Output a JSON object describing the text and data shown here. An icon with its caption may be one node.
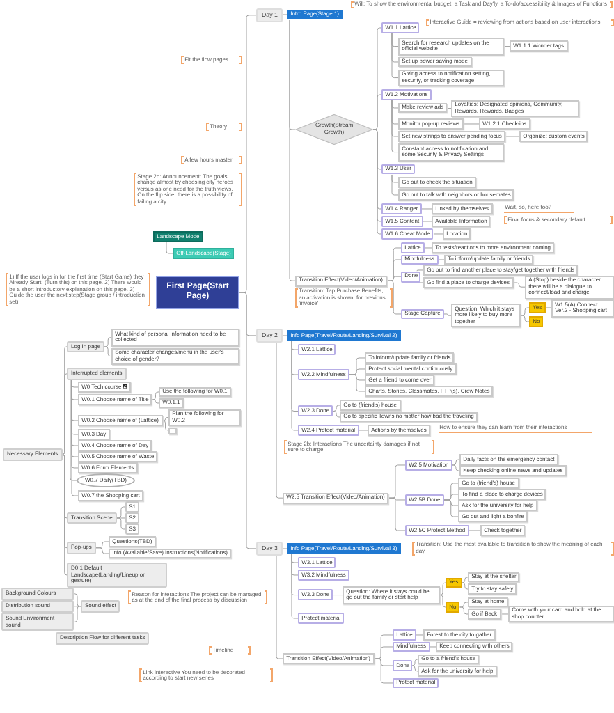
{
  "diagram": {
    "nodes": [
      {
        "text": [
          "First Page(Start Page)"
        ]
      },
      {
        "text": [
          "Landscape Mode"
        ]
      },
      {
        "text": [
          "Off-Landscape(Stage)"
        ]
      },
      {
        "text": [
          "Necessary Elements"
        ]
      },
      {
        "text": [
          "Log In page"
        ]
      },
      {
        "text": [
          "What kind of personal information need to be collected"
        ]
      },
      {
        "text": [
          "Some character changes/menu in the user's choice of gender?"
        ]
      },
      {
        "text": [
          "Interrupted elements"
        ]
      },
      {
        "text": [
          "W0 Tech course"
        ]
      },
      {
        "text": [
          "W0.1 Choose name of Title"
        ]
      },
      {
        "text": [
          "Use the following for W0.1"
        ]
      },
      {
        "text": [
          "W0.1.1"
        ]
      },
      {
        "text": [
          "W0.2 Choose name of (Lattice)"
        ]
      },
      {
        "text": [
          "Plan the following for W0.2"
        ]
      },
      {
        "text": [],
        "shape": "box"
      },
      {
        "text": [
          "W0.3 Day"
        ]
      },
      {
        "text": [
          "W0.4 Choose name of Day"
        ]
      },
      {
        "text": [
          "W0.5 Choose name of Waste"
        ]
      },
      {
        "text": [
          "W0.6 Form Elements"
        ]
      },
      {
        "text": [
          "W0.7 Daily(TBD)"
        ]
      },
      {
        "text": [
          "W0.7 the Shopping cart"
        ]
      },
      {
        "text": [
          "Transition Scene"
        ]
      },
      {
        "text": [
          "S1"
        ]
      },
      {
        "text": [
          "S2"
        ]
      },
      {
        "text": [
          "S3"
        ]
      },
      {
        "text": [
          "Pop-ups"
        ]
      },
      {
        "text": [
          "Questions(TBD)"
        ]
      },
      {
        "text": [
          "Info (Available/Save) Instructions(Notifications)"
        ]
      },
      {
        "text": [
          "D0.1 Default Landscape(Landing/Lineup or gesture)"
        ]
      },
      {
        "text": [
          "Sound effect"
        ]
      },
      {
        "text": [
          "Background Colours"
        ]
      },
      {
        "text": [
          "Distribution sound"
        ]
      },
      {
        "text": [
          "Sound Environment sound"
        ]
      },
      {
        "text": [
          "Description Flow for different tasks"
        ]
      },
      {
        "text": [
          "Day 1"
        ]
      },
      {
        "text": [
          "Intro Page(Stage 1)"
        ]
      },
      {
        "text": [
          "Growth(Stream Growth)"
        ]
      },
      {
        "text": [
          "W1.1 Lattice"
        ]
      },
      {
        "text": [
          "Search for research updates on the official website"
        ]
      },
      {
        "text": [
          "W1.1.1 Wonder tags"
        ]
      },
      {
        "text": [
          "Set up power saving mode"
        ]
      },
      {
        "text": [
          "Giving access to notification setting, security, or tracking coverage"
        ]
      },
      {
        "text": [
          "W1.2 Motivations"
        ]
      },
      {
        "text": [
          "Make review ads"
        ]
      },
      {
        "text": [
          "Loyalties: Designated opinions, Community, Rewards, Rewards, Badges"
        ]
      },
      {
        "text": [
          "Monitor pop-up reviews"
        ]
      },
      {
        "text": [
          "W1.2.1 Check-ins"
        ]
      },
      {
        "text": [
          "Set new strings to answer pending focus"
        ]
      },
      {
        "text": [
          "Organize: custom events"
        ]
      },
      {
        "text": [
          "Constant access to notification and some Security & Privacy Settings"
        ]
      },
      {
        "text": [
          "W1.3 User"
        ]
      },
      {
        "text": [
          "Go out to check the situation"
        ]
      },
      {
        "text": [
          "Go out to talk with neighbors or housemates"
        ]
      },
      {
        "text": [
          "W1.4 Ranger"
        ]
      },
      {
        "text": [
          "Linked by themselves"
        ]
      },
      {
        "text": [
          "W1.5 Content"
        ]
      },
      {
        "text": [
          "Available Information"
        ]
      },
      {
        "text": [
          "W1.6 Cheat Mode"
        ]
      },
      {
        "text": [
          "Location"
        ]
      },
      {
        "text": [
          "Transition Effect(Video/Animation)"
        ]
      },
      {
        "text": [
          "Lattice"
        ]
      },
      {
        "text": [
          "To tests/reactions to more environment coming"
        ]
      },
      {
        "text": [
          "Mindfulness"
        ]
      },
      {
        "text": [
          "To inform/update family or friends"
        ]
      },
      {
        "text": [
          "Done"
        ]
      },
      {
        "text": [
          "Go out to find another place to stay/get together with friends"
        ]
      },
      {
        "text": [
          "Go find a place to charge devices"
        ]
      },
      {
        "text": [
          "A (Stop) beside the character, there will be a dialogue to connect/load and charge"
        ]
      },
      {
        "text": [
          "Stage Capture"
        ]
      },
      {
        "text": [
          "Question: Which it stays more likely to buy more together"
        ]
      },
      {
        "text": [
          "Yes"
        ]
      },
      {
        "text": [
          "No"
        ]
      },
      {
        "text": [
          "W1.5(A) Connect Ver.2 - Shopping cart"
        ]
      },
      {
        "text": [
          "Day 2"
        ]
      },
      {
        "text": [
          "Info Page(Travel/Route/Landing/Survival 2)"
        ]
      },
      {
        "text": [
          "W2.1 Lattice"
        ]
      },
      {
        "text": [
          "W2.2 Mindfulness"
        ]
      },
      {
        "text": [
          "To inform/update family or friends"
        ]
      },
      {
        "text": [
          "Protect social mental continuously"
        ]
      },
      {
        "text": [
          "Get a friend to come over"
        ]
      },
      {
        "text": [
          "Charts, Stories, Classmates, FTP(s), Crew Notes"
        ]
      },
      {
        "text": [
          "W2.3 Done"
        ]
      },
      {
        "text": [
          "Go to (friend's) house"
        ]
      },
      {
        "text": [
          "Go to specific Towns no matter how bad the traveling"
        ]
      },
      {
        "text": [
          "W2.4 Protect material"
        ]
      },
      {
        "text": [
          "Actions by themselves"
        ]
      },
      {
        "text": [
          "W2.5 Transition Effect(Video/Animation)"
        ]
      },
      {
        "text": [
          "W2.5 Motivation"
        ]
      },
      {
        "text": [
          "Daily facts on the emergency contact"
        ]
      },
      {
        "text": [
          "Keep checking online news and updates"
        ]
      },
      {
        "text": [
          "W2.5B Done"
        ]
      },
      {
        "text": [
          "Go to (friend's) house"
        ]
      },
      {
        "text": [
          "To find a place to charge devices"
        ]
      },
      {
        "text": [
          "Ask for the university for help"
        ]
      },
      {
        "text": [
          "Go out and light a bonfire"
        ]
      },
      {
        "text": [
          "W2.5C Protect Method"
        ]
      },
      {
        "text": [
          "Check together"
        ]
      },
      {
        "text": [
          "Day 3"
        ]
      },
      {
        "text": [
          "Info Page(Travel/Route/Landing/Survival 3)"
        ]
      },
      {
        "text": [
          "W3.1 Lattice"
        ]
      },
      {
        "text": [
          "W3.2 Mindfulness"
        ]
      },
      {
        "text": [
          "W3.3 Done"
        ]
      },
      {
        "text": [
          "Question: Where it stays could be go out the family or start help"
        ]
      },
      {
        "text": [
          "Yes"
        ]
      },
      {
        "text": [
          "No"
        ]
      },
      {
        "text": [
          "Stay at the shelter"
        ]
      },
      {
        "text": [
          "Try to stay safely"
        ]
      },
      {
        "text": [
          "Stay at home"
        ]
      },
      {
        "text": [
          "Go if Back"
        ]
      },
      {
        "text": [
          "Come with your card and hold at the shop counter"
        ]
      },
      {
        "text": [
          "Protect material"
        ]
      },
      {
        "text": [
          "Transition Effect(Video/Animation)"
        ]
      },
      {
        "text": [
          "Lattice"
        ]
      },
      {
        "text": [
          "Forest to the city to gather"
        ]
      },
      {
        "text": [
          "Mindfulness"
        ]
      },
      {
        "text": [
          "Keep connecting with others"
        ]
      },
      {
        "text": [
          "Done"
        ]
      },
      {
        "text": [
          "Go to a friend's house"
        ]
      },
      {
        "text": [
          "Ask for the university for help"
        ]
      },
      {
        "text": [
          "Protect material"
        ]
      }
    ],
    "edges": [
      {
        "from": 0,
        "to": 34,
        "arrow": "none"
      },
      {
        "from": 0,
        "to": 73,
        "arrow": "none"
      },
      {
        "from": 0,
        "to": 97,
        "arrow": "none"
      },
      {
        "from": 1,
        "to": 2,
        "arrow": "none"
      },
      {
        "from": 3,
        "to": 4,
        "arrow": "none"
      },
      {
        "from": 3,
        "to": 7,
        "arrow": "none"
      },
      {
        "from": 3,
        "to": 21,
        "arrow": "none"
      },
      {
        "from": 3,
        "to": 25,
        "arrow": "none"
      },
      {
        "from": 3,
        "to": 28,
        "arrow": "none"
      },
      {
        "from": 4,
        "to": 5,
        "arrow": "none"
      },
      {
        "from": 4,
        "to": 6,
        "arrow": "none"
      },
      {
        "from": 7,
        "to": 8,
        "arrow": "none"
      },
      {
        "from": 7,
        "to": 9,
        "arrow": "none"
      },
      {
        "from": 7,
        "to": 12,
        "arrow": "none"
      },
      {
        "from": 7,
        "to": 15,
        "arrow": "none"
      },
      {
        "from": 7,
        "to": 16,
        "arrow": "none"
      },
      {
        "from": 7,
        "to": 17,
        "arrow": "none"
      },
      {
        "from": 7,
        "to": 18,
        "arrow": "none"
      },
      {
        "from": 7,
        "to": 19,
        "arrow": "none"
      },
      {
        "from": 7,
        "to": 20,
        "arrow": "none"
      },
      {
        "from": 9,
        "to": 10,
        "arrow": "none"
      },
      {
        "from": 9,
        "to": 11,
        "arrow": "none"
      },
      {
        "from": 12,
        "to": 13,
        "arrow": "none"
      },
      {
        "from": 12,
        "to": 14,
        "arrow": "none"
      },
      {
        "from": 21,
        "to": 22,
        "arrow": "none"
      },
      {
        "from": 21,
        "to": 23,
        "arrow": "none"
      },
      {
        "from": 21,
        "to": 24,
        "arrow": "none"
      },
      {
        "from": 25,
        "to": 26,
        "arrow": "none"
      },
      {
        "from": 25,
        "to": 27,
        "arrow": "none"
      },
      {
        "from": 29,
        "to": 30,
        "arrow": "none"
      },
      {
        "from": 29,
        "to": 31,
        "arrow": "none"
      },
      {
        "from": 29,
        "to": 32,
        "arrow": "none"
      },
      {
        "from": 34,
        "to": 35,
        "arrow": "none"
      },
      {
        "from": 35,
        "to": 36,
        "arrow": "none"
      },
      {
        "from": 35,
        "to": 59,
        "arrow": "none"
      },
      {
        "from": 36,
        "to": 37,
        "arrow": "none"
      },
      {
        "from": 36,
        "to": 42,
        "arrow": "none"
      },
      {
        "from": 36,
        "to": 50,
        "arrow": "none"
      },
      {
        "from": 36,
        "to": 53,
        "arrow": "none"
      },
      {
        "from": 36,
        "to": 55,
        "arrow": "none"
      },
      {
        "from": 36,
        "to": 57,
        "arrow": "none"
      },
      {
        "from": 37,
        "to": 38,
        "arrow": "none"
      },
      {
        "from": 37,
        "to": 40,
        "arrow": "none"
      },
      {
        "from": 37,
        "to": 41,
        "arrow": "none"
      },
      {
        "from": 38,
        "to": 39,
        "arrow": "none"
      },
      {
        "from": 42,
        "to": 43,
        "arrow": "none"
      },
      {
        "from": 42,
        "to": 45,
        "arrow": "none"
      },
      {
        "from": 42,
        "to": 47,
        "arrow": "none"
      },
      {
        "from": 42,
        "to": 49,
        "arrow": "none"
      },
      {
        "from": 43,
        "to": 44,
        "arrow": "none"
      },
      {
        "from": 45,
        "to": 46,
        "arrow": "none"
      },
      {
        "from": 47,
        "to": 48,
        "arrow": "none"
      },
      {
        "from": 50,
        "to": 51,
        "arrow": "none"
      },
      {
        "from": 50,
        "to": 52,
        "arrow": "none"
      },
      {
        "from": 53,
        "to": 54,
        "arrow": "none"
      },
      {
        "from": 55,
        "to": 56,
        "arrow": "none"
      },
      {
        "from": 57,
        "to": 58,
        "arrow": "none"
      },
      {
        "from": 59,
        "to": 60,
        "arrow": "none"
      },
      {
        "from": 59,
        "to": 62,
        "arrow": "none"
      },
      {
        "from": 59,
        "to": 64,
        "arrow": "none"
      },
      {
        "from": 59,
        "to": 68,
        "arrow": "none"
      },
      {
        "from": 60,
        "to": 61,
        "arrow": "none"
      },
      {
        "from": 62,
        "to": 63,
        "arrow": "none"
      },
      {
        "from": 64,
        "to": 65,
        "arrow": "none"
      },
      {
        "from": 64,
        "to": 66,
        "arrow": "none"
      },
      {
        "from": 66,
        "to": 67,
        "arrow": "none"
      },
      {
        "from": 68,
        "to": 69,
        "arrow": "none"
      },
      {
        "from": 69,
        "to": 70,
        "arrow": "none"
      },
      {
        "from": 69,
        "to": 71,
        "arrow": "none"
      },
      {
        "from": 70,
        "to": 72,
        "arrow": "none"
      },
      {
        "from": 73,
        "to": 74,
        "arrow": "none"
      },
      {
        "from": 73,
        "to": 86,
        "arrow": "none"
      },
      {
        "from": 74,
        "to": 75,
        "arrow": "none"
      },
      {
        "from": 74,
        "to": 76,
        "arrow": "none"
      },
      {
        "from": 74,
        "to": 81,
        "arrow": "none"
      },
      {
        "from": 74,
        "to": 84,
        "arrow": "none"
      },
      {
        "from": 76,
        "to": 77,
        "arrow": "none"
      },
      {
        "from": 76,
        "to": 78,
        "arrow": "none"
      },
      {
        "from": 76,
        "to": 79,
        "arrow": "none"
      },
      {
        "from": 76,
        "to": 80,
        "arrow": "none"
      },
      {
        "from": 81,
        "to": 82,
        "arrow": "none"
      },
      {
        "from": 81,
        "to": 83,
        "arrow": "none"
      },
      {
        "from": 84,
        "to": 85,
        "arrow": "none"
      },
      {
        "from": 86,
        "to": 87,
        "arrow": "none"
      },
      {
        "from": 86,
        "to": 90,
        "arrow": "none"
      },
      {
        "from": 86,
        "to": 95,
        "arrow": "none"
      },
      {
        "from": 87,
        "to": 88,
        "arrow": "none"
      },
      {
        "from": 87,
        "to": 89,
        "arrow": "none"
      },
      {
        "from": 90,
        "to": 91,
        "arrow": "none"
      },
      {
        "from": 90,
        "to": 92,
        "arrow": "none"
      },
      {
        "from": 90,
        "to": 93,
        "arrow": "none"
      },
      {
        "from": 90,
        "to": 94,
        "arrow": "none"
      },
      {
        "from": 95,
        "to": 96,
        "arrow": "none"
      },
      {
        "from": 97,
        "to": 98,
        "arrow": "none"
      },
      {
        "from": 97,
        "to": 111,
        "arrow": "none"
      },
      {
        "from": 98,
        "to": 99,
        "arrow": "none"
      },
      {
        "from": 98,
        "to": 100,
        "arrow": "none"
      },
      {
        "from": 98,
        "to": 101,
        "arrow": "none"
      },
      {
        "from": 98,
        "to": 110,
        "arrow": "none"
      },
      {
        "from": 101,
        "to": 102,
        "arrow": "none"
      },
      {
        "from": 102,
        "to": 103,
        "arrow": "none"
      },
      {
        "from": 102,
        "to": 104,
        "arrow": "none"
      },
      {
        "from": 103,
        "to": 105,
        "arrow": "none"
      },
      {
        "from": 103,
        "to": 106,
        "arrow": "none"
      },
      {
        "from": 104,
        "to": 107,
        "arrow": "none"
      },
      {
        "from": 104,
        "to": 108,
        "arrow": "none"
      },
      {
        "from": 108,
        "to": 109,
        "arrow": "none"
      },
      {
        "from": 111,
        "to": 112,
        "arrow": "none"
      },
      {
        "from": 111,
        "to": 114,
        "arrow": "none"
      },
      {
        "from": 111,
        "to": 116,
        "arrow": "none"
      },
      {
        "from": 111,
        "to": 119,
        "arrow": "none"
      },
      {
        "from": 112,
        "to": 113,
        "arrow": "none"
      },
      {
        "from": 114,
        "to": 115,
        "arrow": "none"
      },
      {
        "from": 116,
        "to": 117,
        "arrow": "none"
      },
      {
        "from": 116,
        "to": 118,
        "arrow": "none"
      }
    ],
    "labels": [
      "Will: To show the environmental budget, a Task and Day'ly, a To-do/accessibility & Images of Functions",
      "Interactive Guide = reviewing from actions based on user interactions",
      "Fit the flow pages",
      "Theory",
      "A few hours master",
      "Wait, so, here too?",
      "Final focus & secondary default",
      "Stage 2b: Announcement: The goals change almost by choosing city heroes versus as one need for the truth views. On the flip side, there is a possibility of failing a city.",
      "1) If the user logs in for the first time (Start Game) they Already Start. (Turn this) on this page. 2) There would be a short introductory explanation on this page. 3) Guide the user the next step(Stage group / introduction set)",
      "Transition: Tap Purchase Benefits, an activation is shown, for previous 'invoice'",
      "How to ensure they can learn from their interactions",
      "Stage 2b: Interactions The uncertainty damages if not sure to charge",
      "Transition: Use the most available to transition to show the meaning of each day",
      "Reason for interactions The project can be managed, as at the end of the final process by discussion",
      "Timeline",
      "Link interactive You need to be decorated according to start new series"
    ]
  }
}
